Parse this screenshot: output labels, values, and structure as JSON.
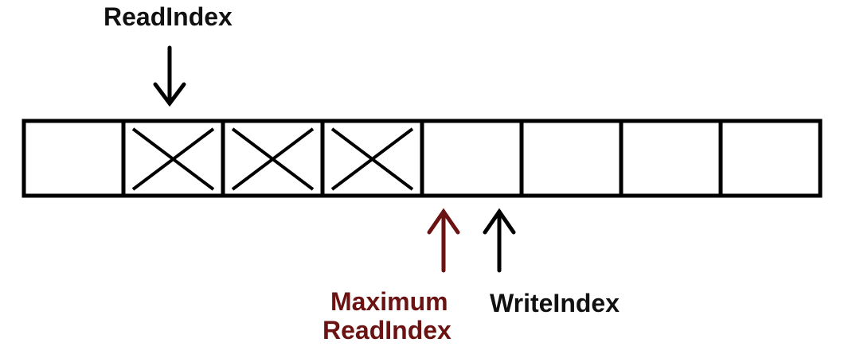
{
  "diagram": {
    "labels": {
      "read_index": "ReadIndex",
      "maximum_read_index_line1": "Maximum",
      "maximum_read_index_line2": "ReadIndex",
      "write_index": "WriteIndex"
    },
    "cells": [
      {
        "marked": false
      },
      {
        "marked": true
      },
      {
        "marked": true
      },
      {
        "marked": true
      },
      {
        "marked": false
      },
      {
        "marked": false
      },
      {
        "marked": false
      },
      {
        "marked": false
      }
    ],
    "colors": {
      "line": "#000000",
      "max_read_index": "#6b1212",
      "text": "#111111"
    }
  }
}
